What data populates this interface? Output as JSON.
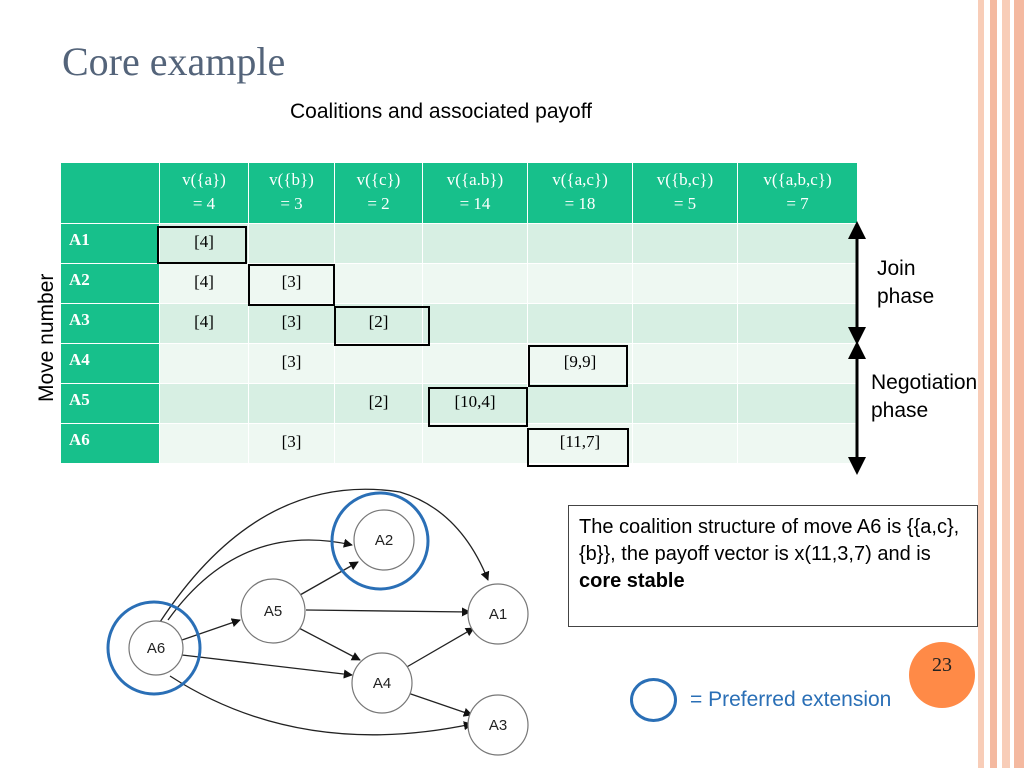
{
  "title": "Core example",
  "subtitle": "Coalitions and associated payoff",
  "table": {
    "headers": [
      [
        "v({a})",
        "= 4"
      ],
      [
        "v({b})",
        "= 3"
      ],
      [
        "v({c})",
        "= 2"
      ],
      [
        "v({a.b})",
        "= 14"
      ],
      [
        "v({a,c})",
        "= 18"
      ],
      [
        "v({b,c})",
        "= 5"
      ],
      [
        "v({a,b,c})",
        "= 7"
      ]
    ],
    "rows": [
      {
        "label": "A1",
        "cells": [
          "[4]",
          "",
          "",
          "",
          "",
          "",
          ""
        ]
      },
      {
        "label": "A2",
        "cells": [
          "[4]",
          "[3]",
          "",
          "",
          "",
          "",
          ""
        ]
      },
      {
        "label": "A3",
        "cells": [
          "[4]",
          "[3]",
          "[2]",
          "",
          "",
          "",
          ""
        ]
      },
      {
        "label": "A4",
        "cells": [
          "",
          "[3]",
          "",
          "",
          "[9,9]",
          "",
          ""
        ]
      },
      {
        "label": "A5",
        "cells": [
          "",
          "",
          "[2]",
          "[10,4]",
          "",
          "",
          ""
        ]
      },
      {
        "label": "A6",
        "cells": [
          "",
          "[3]",
          "",
          "",
          "[11,7]",
          "",
          ""
        ]
      }
    ]
  },
  "y_axis_label": "Move number",
  "phases": {
    "join": [
      "Join",
      "phase"
    ],
    "negotiation": [
      "Negotiation",
      "phase"
    ]
  },
  "info": {
    "text_before": "The coalition structure of move A6 is {{a,c}, {b}}, the payoff vector is x(11,3,7) and is ",
    "text_bold": "core stable"
  },
  "graph": {
    "nodes": [
      "A6",
      "A5",
      "A2",
      "A1",
      "A4",
      "A3"
    ]
  },
  "legend": "= Preferred extension",
  "page_number": "23",
  "colors": {
    "header_green": "#17c08b",
    "row_odd": "#d7efe3",
    "row_even": "#eef8f2",
    "title_gray": "#54647a",
    "preferred_blue": "#2a6fb6",
    "page_badge": "#ff8a47"
  }
}
